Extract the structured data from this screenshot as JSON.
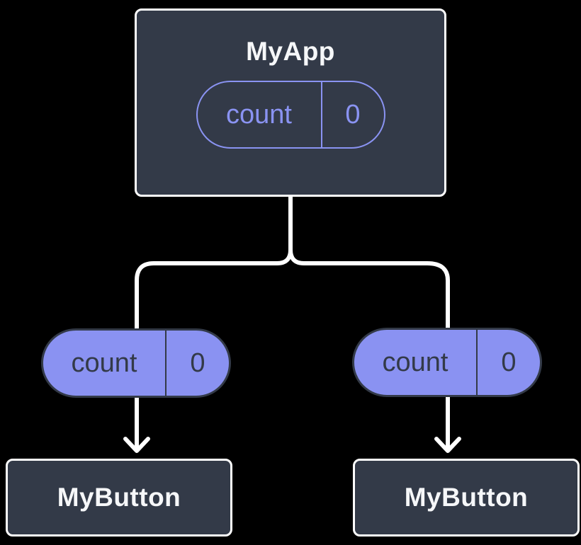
{
  "diagram": {
    "description": "React component tree showing state passed down as props",
    "background_color": "#000000",
    "colors": {
      "node_fill": "#333a48",
      "node_border": "#ffffff",
      "node_text": "#f6f7f9",
      "state_pill_outline": "#8a93f2",
      "state_pill_text": "#8a93f2",
      "prop_pill_fill": "#8a92f2",
      "prop_pill_border": "#333a48",
      "prop_pill_text": "#333a48",
      "connector": "#ffffff"
    },
    "root": {
      "title": "MyApp",
      "state": {
        "label": "count",
        "value": "0"
      }
    },
    "props": [
      {
        "label": "count",
        "value": "0"
      },
      {
        "label": "count",
        "value": "0"
      }
    ],
    "children": [
      {
        "title": "MyButton"
      },
      {
        "title": "MyButton"
      }
    ]
  }
}
